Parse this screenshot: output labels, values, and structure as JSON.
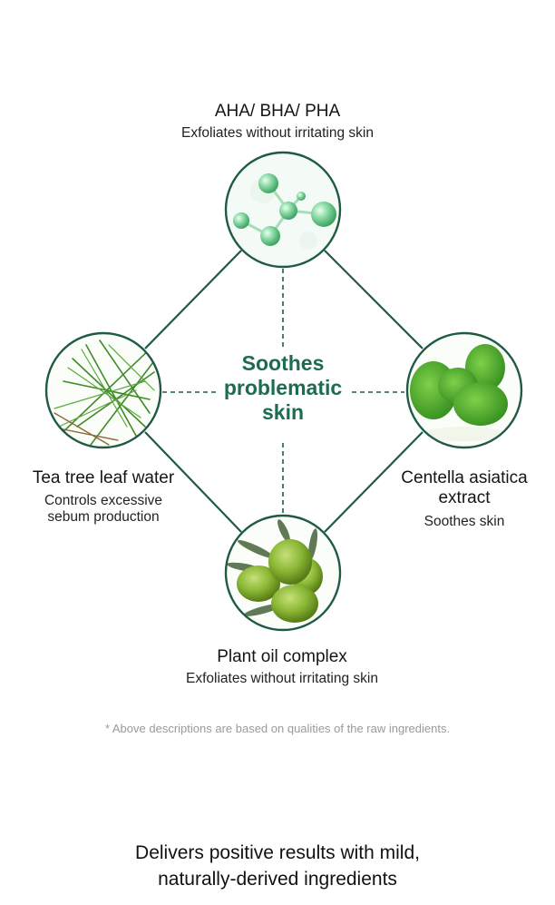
{
  "colors": {
    "line": "#1f5a45",
    "hub_text": "#1d6b52",
    "note_text": "#9a9a9a"
  },
  "hub": {
    "line1": "Soothes",
    "line2": "problematic",
    "line3": "skin"
  },
  "ingredients": [
    {
      "id": "aha-bha-pha",
      "title": "AHA/ BHA/ PHA",
      "desc": [
        "Exfoliates without irritating skin"
      ],
      "image": "molecule-icon"
    },
    {
      "id": "tea-tree",
      "title": "Tea tree leaf water",
      "desc": [
        "Controls excessive",
        "sebum production"
      ],
      "image": "tea-tree-icon"
    },
    {
      "id": "centella",
      "title": [
        "Centella asiatica",
        "extract"
      ],
      "desc": [
        "Soothes skin"
      ],
      "image": "centella-leaf-icon"
    },
    {
      "id": "plant-oil",
      "title": "Plant oil complex",
      "desc": [
        "Exfoliates without irritating skin"
      ],
      "image": "olive-icon"
    }
  ],
  "note": "* Above descriptions are based on qualities of the raw ingredients.",
  "tagline": {
    "line1": "Delivers positive results with mild,",
    "line2": "naturally-derived ingredients"
  }
}
